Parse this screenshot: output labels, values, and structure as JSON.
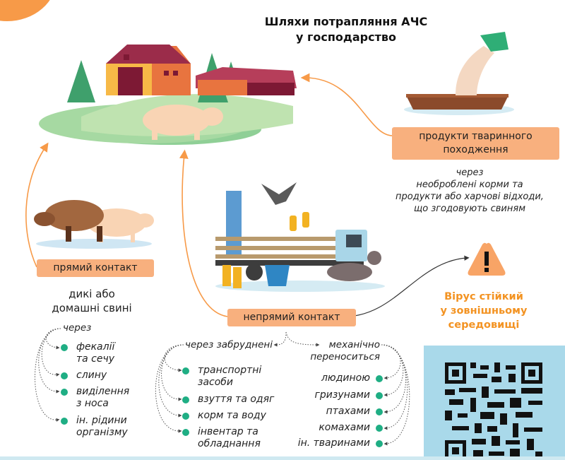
{
  "title": {
    "line1": "Шляхи потрапляння АЧС",
    "line2": "у господарство"
  },
  "nodes": {
    "farm": {
      "icon": "farm-illustration"
    },
    "animal_products": {
      "label_line1": "продукти тваринного",
      "label_line2": "походження",
      "icon": "feed-trough-illustration",
      "note": [
        "через",
        "необроблені корми та",
        "продукти або харчові відходи,",
        "що згодовують свиням"
      ]
    },
    "direct_contact": {
      "label": "прямий контакт",
      "icon": "wild-boar-and-pig-illustration",
      "subtitle_line1": "дикі або",
      "subtitle_line2": "домашні свині",
      "via_label": "через",
      "items": [
        {
          "line1": "фекалії",
          "line2": "та сечу"
        },
        {
          "line1": "слину",
          "line2": ""
        },
        {
          "line1": "виділення",
          "line2": "з носа"
        },
        {
          "line1": "ін. рідини",
          "line2": "організму"
        }
      ]
    },
    "indirect_contact": {
      "label": "непрямий контакт",
      "icon": "truck-clothes-animals-illustration",
      "contaminated": {
        "label": "через забруднені",
        "items": [
          {
            "line1": "транспортні",
            "line2": "засоби"
          },
          {
            "line1": "взуття та одяг",
            "line2": ""
          },
          {
            "line1": "корм та воду",
            "line2": ""
          },
          {
            "line1": "інвентар та",
            "line2": "обладнання"
          }
        ]
      },
      "mechanical": {
        "label_line1": "механічно",
        "label_line2": "переноситься",
        "items": [
          "людиною",
          "гризунами",
          "птахами",
          "комахами",
          "ін. тваринами"
        ]
      }
    },
    "virus_warning": {
      "icon": "warning-triangle-icon",
      "line1": "Вірус стійкий",
      "line2": "у зовнішньому",
      "line3": "середовищі"
    }
  },
  "qr_code": {
    "icon": "qr-code"
  },
  "colors": {
    "accent_orange": "#f79a48",
    "tag_fill": "#f8b07e",
    "warning_text": "#f39322",
    "bullet_green": "#1fae84",
    "qr_panel": "#a9d9ea",
    "grass_green": "#8fcf96"
  }
}
